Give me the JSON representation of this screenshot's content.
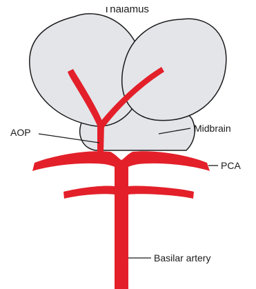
{
  "diagram": {
    "labels": {
      "top_cut": "Thalamus",
      "aop": "AOP",
      "midbrain": "Midbrain",
      "pca": "PCA",
      "basilar": "Basilar artery"
    },
    "colors": {
      "artery": "#e3202a",
      "brain_fill": "#e3e5e9",
      "outline": "#1a1a1a"
    }
  }
}
